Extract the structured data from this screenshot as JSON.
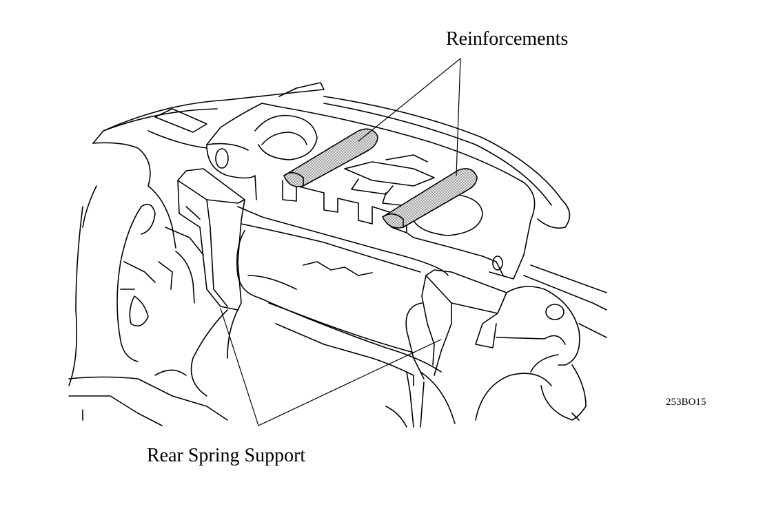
{
  "labels": {
    "reinforcements": "Reinforcements",
    "rear_spring_support": "Rear Spring Support",
    "figure_code": "253BO15"
  },
  "colors": {
    "line": "#000000",
    "background": "#ffffff",
    "reinforcement_fill": "#bdbdbd"
  }
}
